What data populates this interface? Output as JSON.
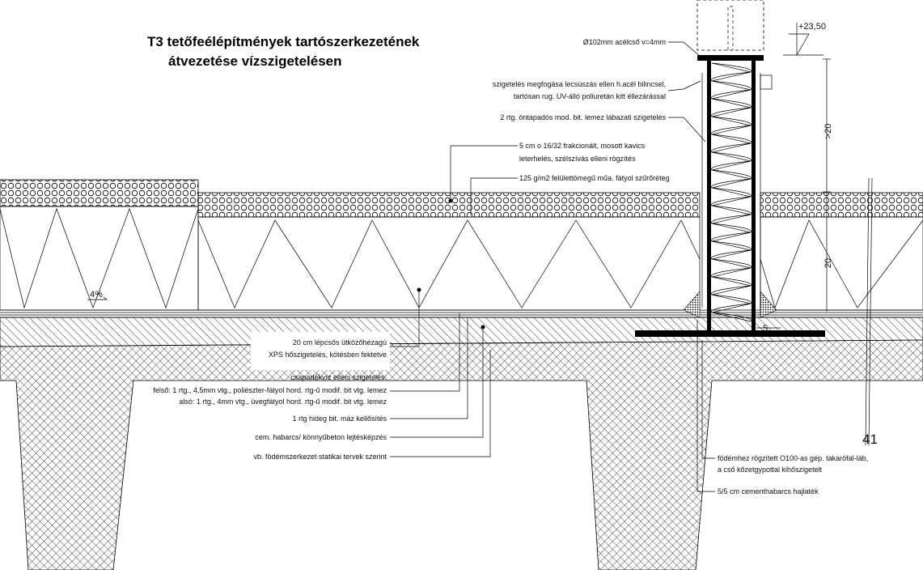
{
  "title": {
    "line1": "T3 tetőfeélépítmények tartószerkezetének",
    "line2": "átvezetése vízszigetelésen"
  },
  "labels": {
    "pipe": "Ø102mm acélcső v=4mm",
    "clamp_1": "szigetelés megfogása lecsúszás ellen h.acél bilincsel,",
    "clamp_2": "tartósan rug. UV-álló poliuretán kitt éllezárással",
    "base_insulation": "2 rtg. öntapadós mod. bit. lemez lábazati szigetelés",
    "gravel_1": "5 cm o 16/32 frakcionált, mosott kavics",
    "gravel_2": "leterhelés, szélszívás elleni rögzítés",
    "filter": "125 g/m2 felülettömegű műa. fátyol szűrőréteg",
    "xps_1": "20 cm lépcsős ütközőhézagú",
    "xps_2": "XPS hőszigetelés, kötésben fektetve",
    "water_0": "csapadékvíz elleni szigetelés:",
    "water_1": "felső: 1 rtg., 4,5mm vtg., poliészter-fátyol hord. rtg-ű modif. bit vtg. lemez",
    "water_2": "alsó: 1 rtg., 4mm vtg., üvegfátyol hord. rtg-ű modif. bit vtg. lemez",
    "primer": "1 rtg hideg bit. máz kellősítés",
    "screed": "cem. habarcs/ könnyűbeton lejtésképzés",
    "slab": "vb. födémszerkezet statikai tervek szerint",
    "foot_1": "födémhez rögzített O100-as gép. takarófal-láb,",
    "foot_2": "a cső kőzetgypottal kihőszigetelt",
    "fillet": "5/5 cm cementhabarcs hajlaték"
  },
  "dimensions": {
    "level": "+23,50",
    "upper": ">20",
    "lower": "20",
    "offset": "5",
    "slope": "4%",
    "sheet_ref": "41"
  }
}
